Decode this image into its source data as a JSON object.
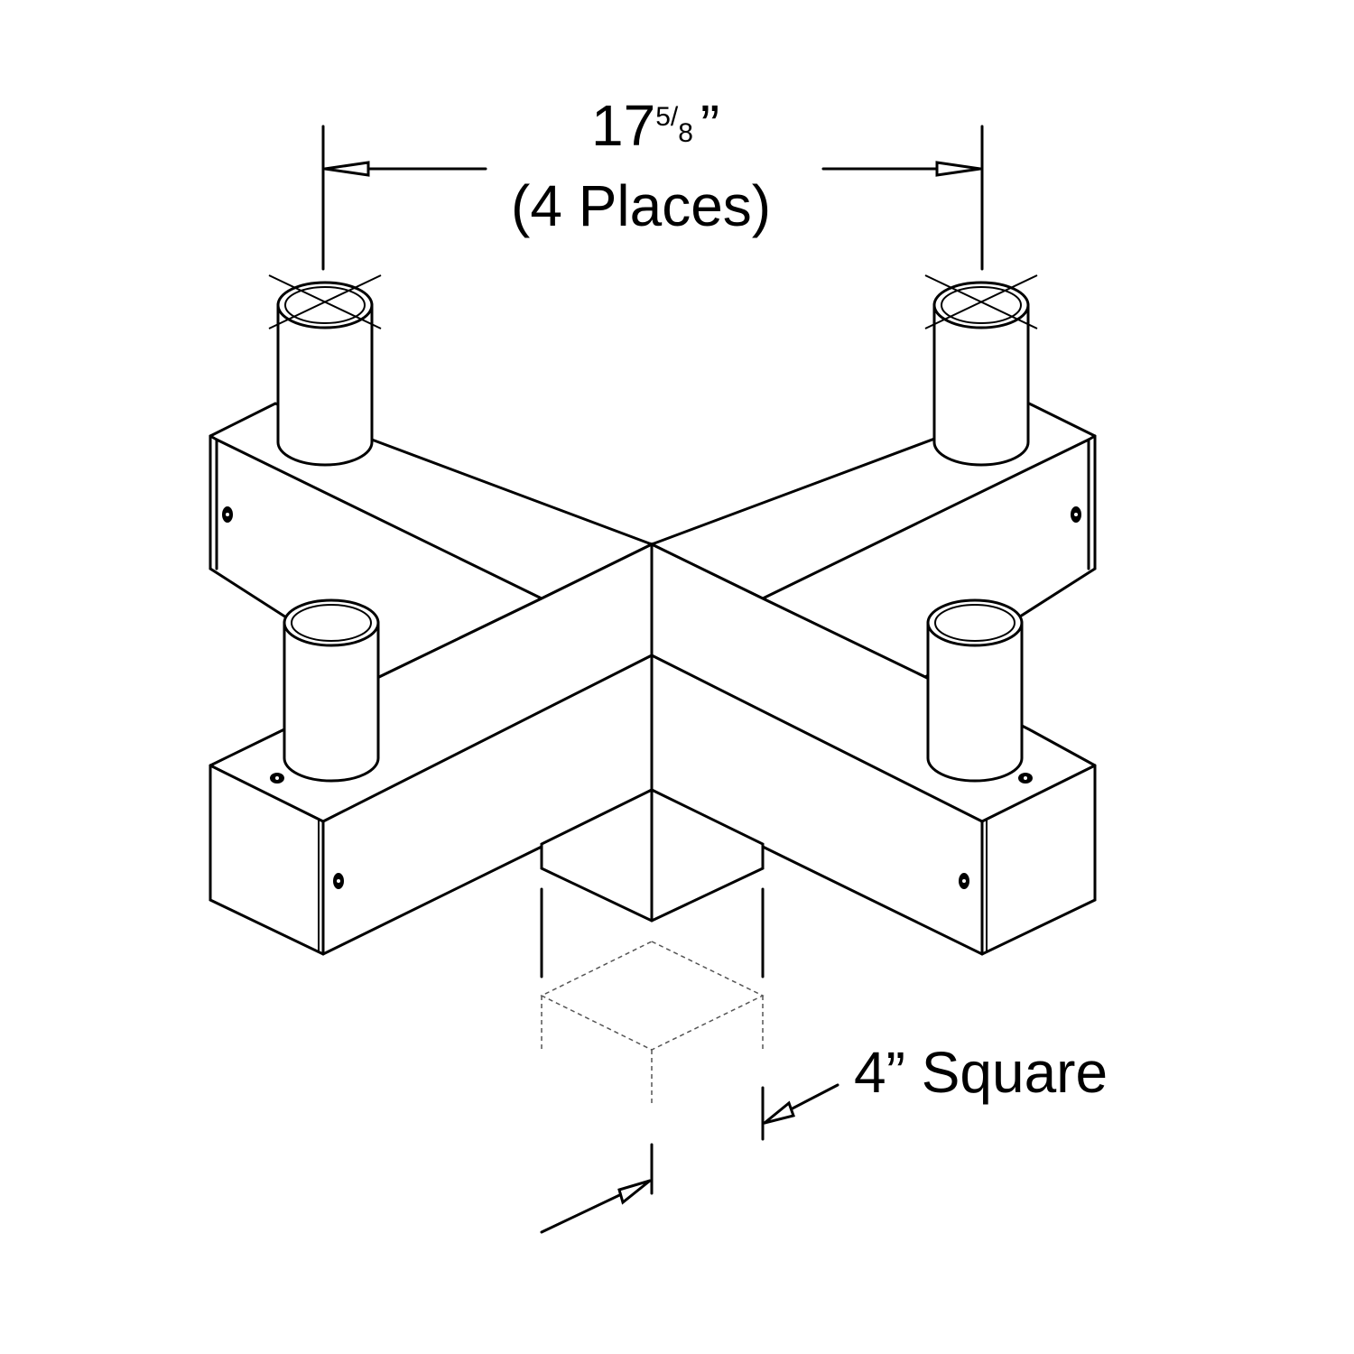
{
  "dimension_spacing": {
    "whole": "17",
    "numerator": "5",
    "denominator": "8",
    "unit": "”",
    "note": "(4 Places)"
  },
  "dimension_post": {
    "label": "4” Square"
  }
}
